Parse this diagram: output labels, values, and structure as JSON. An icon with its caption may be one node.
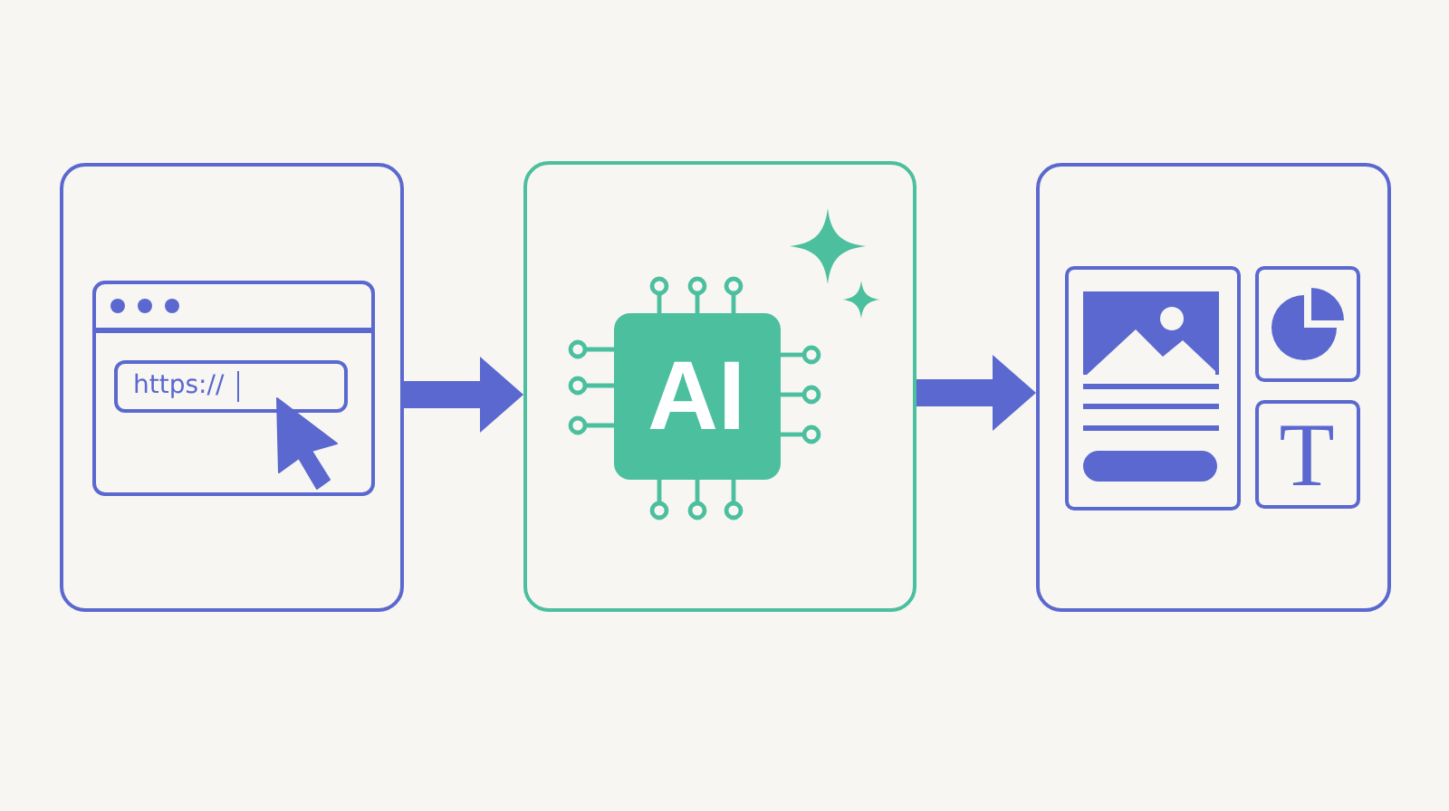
{
  "diagram": {
    "nodes": [
      {
        "text": [
          "https://"
        ]
      },
      {
        "text": [
          "AI"
        ]
      },
      {
        "text": [
          "T"
        ]
      }
    ],
    "edges": [
      {
        "from": 0,
        "to": 1,
        "arrow": "to"
      },
      {
        "from": 1,
        "to": 2,
        "arrow": "to"
      }
    ]
  }
}
